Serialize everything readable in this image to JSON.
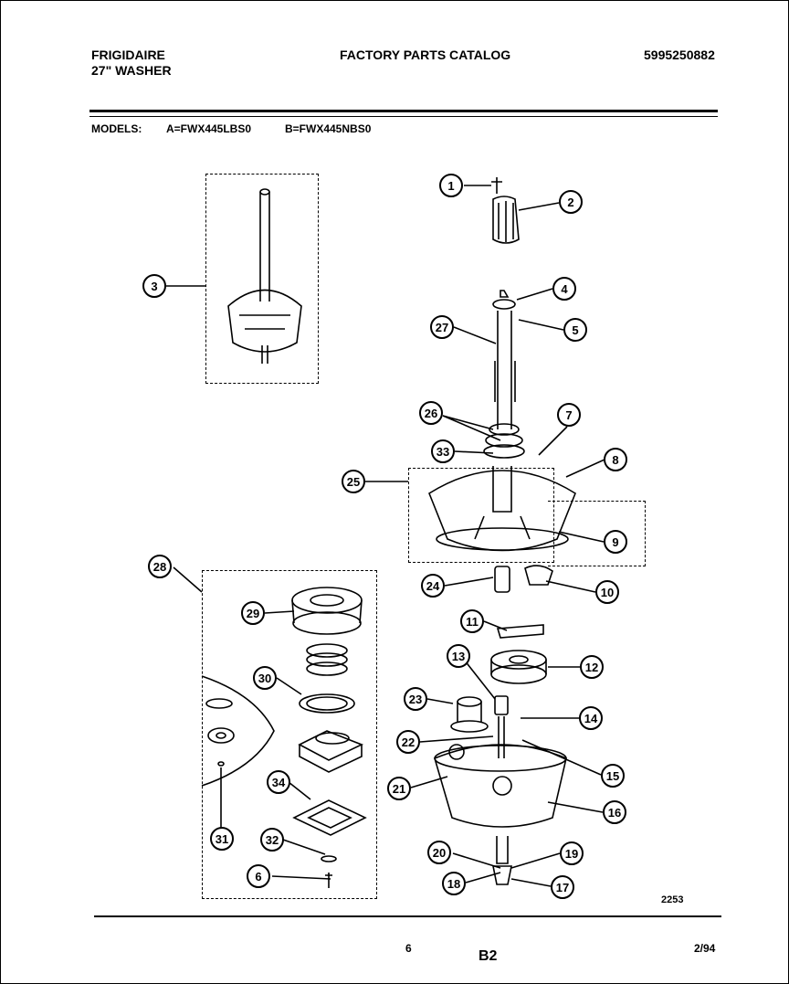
{
  "header": {
    "brand": "FRIGIDAIRE",
    "product": "27\" WASHER",
    "catalog_title": "FACTORY PARTS CATALOG",
    "catalog_number": "5995250882"
  },
  "models": {
    "label": "MODELS:",
    "model_a": "A=FWX445LBS0",
    "model_b": "B=FWX445NBS0"
  },
  "callouts": [
    "1",
    "2",
    "3",
    "4",
    "5",
    "27",
    "26",
    "7",
    "33",
    "8",
    "25",
    "9",
    "24",
    "10",
    "28",
    "29",
    "11",
    "13",
    "12",
    "30",
    "23",
    "14",
    "22",
    "15",
    "21",
    "16",
    "34",
    "31",
    "32",
    "6",
    "20",
    "19",
    "18",
    "17"
  ],
  "footer": {
    "drawing_number": "2253",
    "page_number": "6",
    "section": "B2",
    "date": "2/94"
  }
}
